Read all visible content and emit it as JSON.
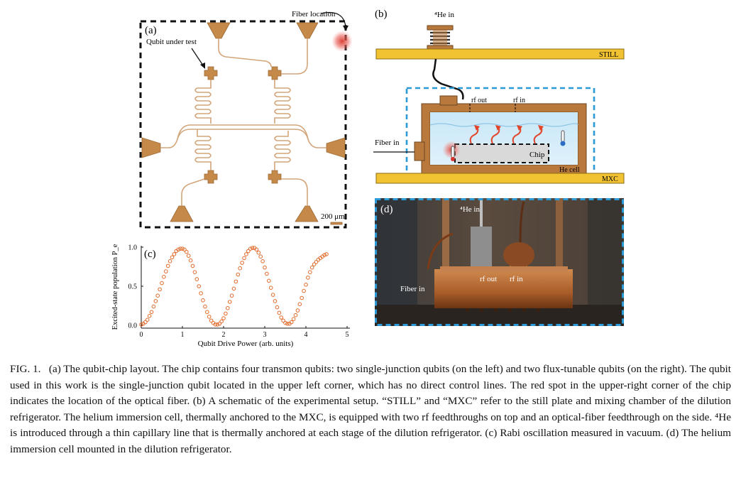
{
  "panel_a": {
    "label": "(a)",
    "fiber_location": "Fiber location",
    "qubit_under_test": "Qubit under test",
    "scale_bar": "200 μm"
  },
  "panel_b": {
    "label": "(b)",
    "he_in": "⁴He in",
    "still": "STILL",
    "rf_out": "rf out",
    "rf_in": "rf in",
    "fiber_in": "Fiber in",
    "chip": "Chip",
    "he_cell": "He cell",
    "mxc": "MXC"
  },
  "panel_d": {
    "label": "(d)",
    "he_in": "⁴He in",
    "rf_out": "rf out",
    "rf_in": "rf in",
    "fiber_in": "Fiber in"
  },
  "chart_data": {
    "type": "scatter",
    "panel_label": "(c)",
    "xlabel": "Qubit Drive Power (arb. units)",
    "ylabel": "Excited-state population P_e",
    "xlim": [
      0,
      5
    ],
    "ylim": [
      0,
      1
    ],
    "xticks": [
      "0",
      "1",
      "2",
      "3",
      "4",
      "5"
    ],
    "yticks": [
      "0.0",
      "0.5",
      "1.0"
    ],
    "marker_color": "#e2692a",
    "grid": false,
    "x_step": 0.05,
    "y": [
      0.01,
      0.02,
      0.04,
      0.07,
      0.12,
      0.17,
      0.24,
      0.31,
      0.38,
      0.46,
      0.54,
      0.62,
      0.69,
      0.76,
      0.82,
      0.87,
      0.91,
      0.95,
      0.97,
      0.98,
      0.98,
      0.97,
      0.94,
      0.89,
      0.83,
      0.76,
      0.68,
      0.59,
      0.5,
      0.41,
      0.32,
      0.24,
      0.17,
      0.11,
      0.06,
      0.03,
      0.01,
      0.01,
      0.02,
      0.05,
      0.09,
      0.15,
      0.22,
      0.3,
      0.38,
      0.47,
      0.56,
      0.65,
      0.73,
      0.8,
      0.86,
      0.91,
      0.95,
      0.98,
      0.99,
      0.99,
      0.97,
      0.93,
      0.88,
      0.82,
      0.74,
      0.66,
      0.57,
      0.48,
      0.39,
      0.31,
      0.23,
      0.16,
      0.1,
      0.06,
      0.03,
      0.02,
      0.02,
      0.04,
      0.08,
      0.13,
      0.19,
      0.27,
      0.35,
      0.44,
      0.52,
      0.61,
      0.68,
      0.74,
      0.78,
      0.81,
      0.84,
      0.86,
      0.88,
      0.9,
      0.91
    ]
  },
  "caption": {
    "fig_label": "FIG. 1.",
    "text": "(a) The qubit-chip layout. The chip contains four transmon qubits: two single-junction qubits (on the left) and two flux-tunable qubits (on the right). The qubit used in this work is the single-junction qubit located in the upper left corner, which has no direct control lines. The red spot in the upper-right corner of the chip indicates the location of the optical fiber. (b) A schematic of the experimental setup. “STILL” and “MXC” refer to the still plate and mixing chamber of the dilution refrigerator. The helium immersion cell, thermally anchored to the MXC, is equipped with two rf feedthroughs on top and an optical-fiber feedthrough on the side. ⁴He is introduced through a thin capillary line that is thermally anchored at each stage of the dilution refrigerator. (c) Rabi oscillation measured in vacuum. (d) The helium immersion cell mounted in the dilution refrigerator."
  }
}
